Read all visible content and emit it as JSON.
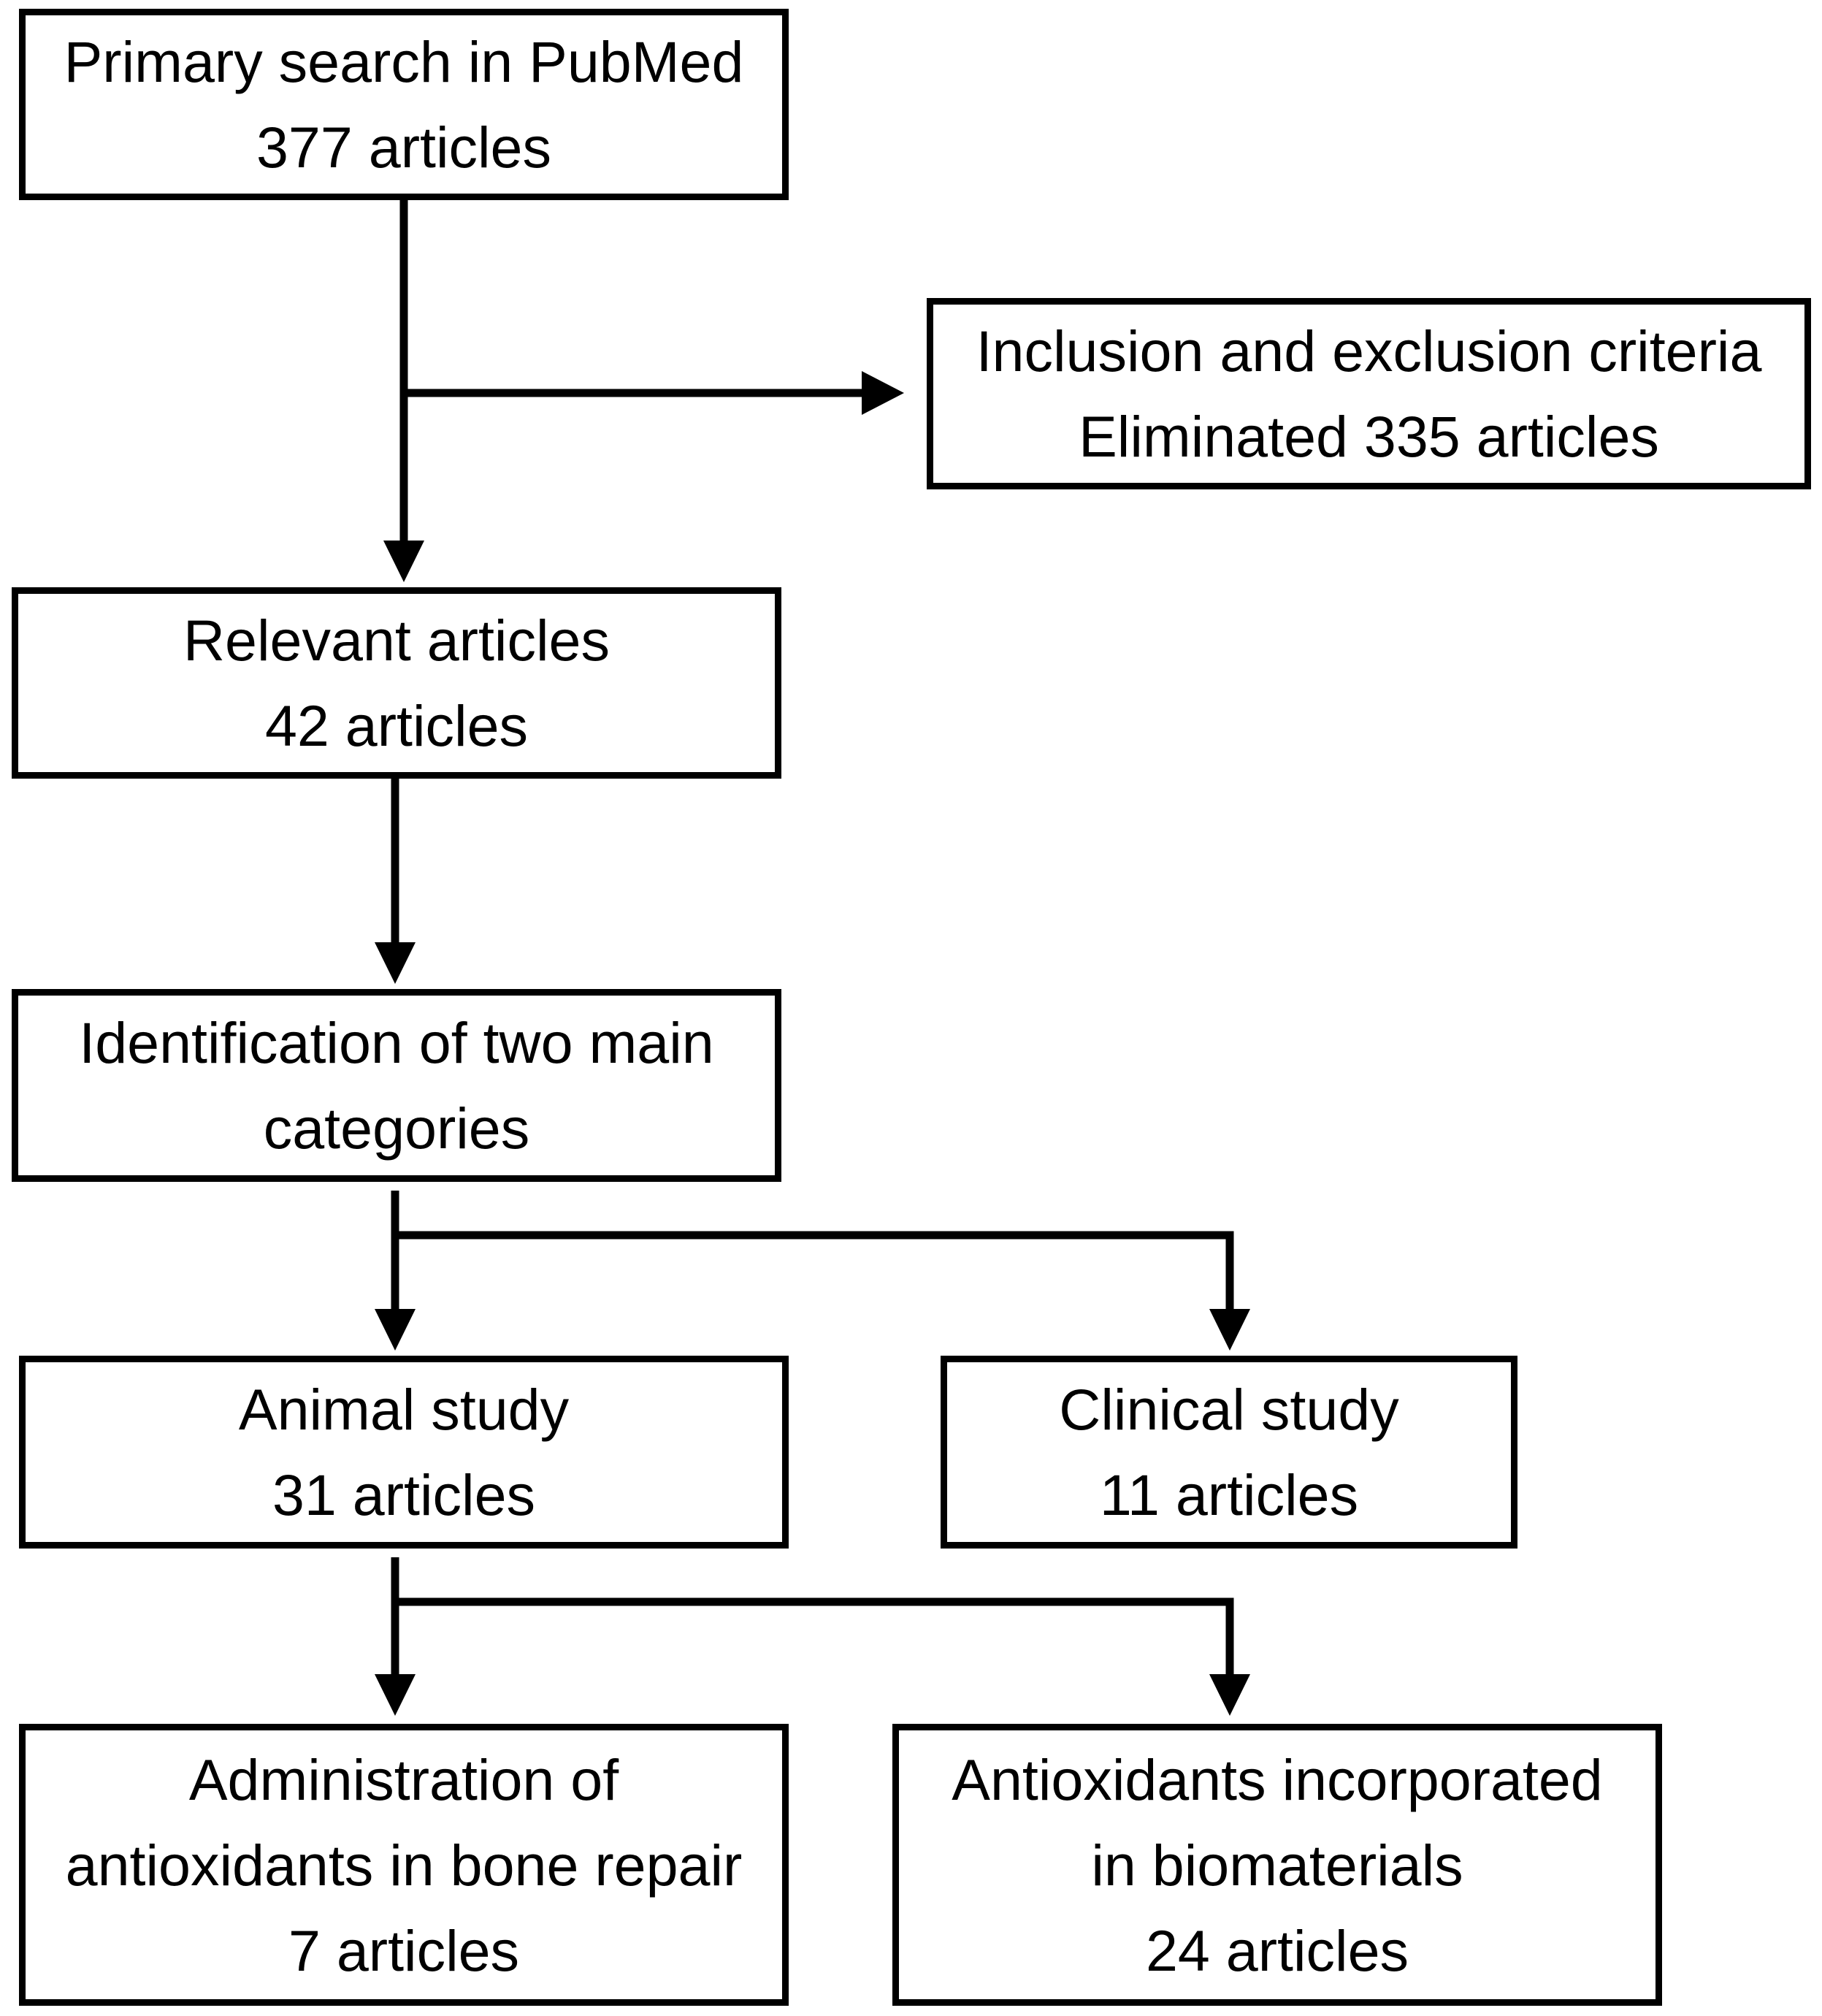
{
  "nodes": {
    "primary_search": {
      "line1": "Primary search in PubMed",
      "line2": "377 articles"
    },
    "criteria": {
      "line1": "Inclusion and exclusion criteria",
      "line2": "Eliminated 335 articles"
    },
    "relevant": {
      "line1": "Relevant articles",
      "line2": "42 articles"
    },
    "identification": {
      "line1": "Identification of two main",
      "line2": "categories"
    },
    "animal": {
      "line1": "Animal study",
      "line2": "31 articles"
    },
    "clinical": {
      "line1": "Clinical study",
      "line2": "11 articles"
    },
    "administration": {
      "line1": "Administration of",
      "line2": "antioxidants in bone repair",
      "line3": "7 articles"
    },
    "biomaterials": {
      "line1": "Antioxidants incorporated",
      "line2": "in biomaterials",
      "line3": "24 articles"
    }
  },
  "colors": {
    "stroke": "#000000",
    "fill": "#ffffff"
  }
}
